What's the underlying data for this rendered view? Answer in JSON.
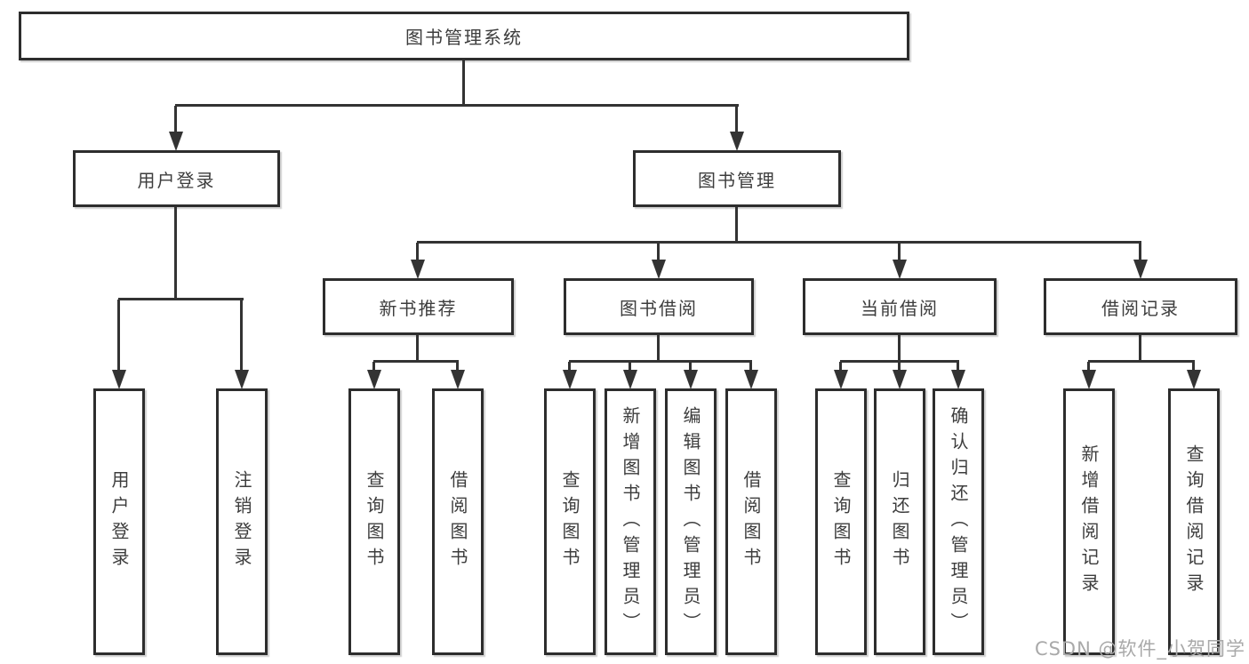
{
  "diagram": {
    "type": "tree",
    "title": "图书管理系统",
    "watermark": "CSDN @软件_小贺同学",
    "colors": {
      "background": "#ffffff",
      "box_fill": "#ffffff",
      "box_border": "#2d2d2d",
      "connector_line": "#333333",
      "text": "#3d3d3d",
      "watermark_text": "#a9a9a9"
    },
    "tree": {
      "label": "图书管理系统",
      "children": [
        {
          "label": "用户登录",
          "children": [
            {
              "label": "用户登录"
            },
            {
              "label": "注销登录"
            }
          ]
        },
        {
          "label": "图书管理",
          "children": [
            {
              "label": "新书推荐",
              "children": [
                {
                  "label": "查询图书"
                },
                {
                  "label": "借阅图书"
                }
              ]
            },
            {
              "label": "图书借阅",
              "children": [
                {
                  "label": "查询图书"
                },
                {
                  "label": "新增图书（管理员）"
                },
                {
                  "label": "编辑图书（管理员）"
                },
                {
                  "label": "借阅图书"
                }
              ]
            },
            {
              "label": "当前借阅",
              "children": [
                {
                  "label": "查询图书"
                },
                {
                  "label": "归还图书"
                },
                {
                  "label": "确认归还（管理员）"
                }
              ]
            },
            {
              "label": "借阅记录",
              "children": [
                {
                  "label": "新增借阅记录"
                },
                {
                  "label": "查询借阅记录"
                }
              ]
            }
          ]
        }
      ]
    }
  }
}
